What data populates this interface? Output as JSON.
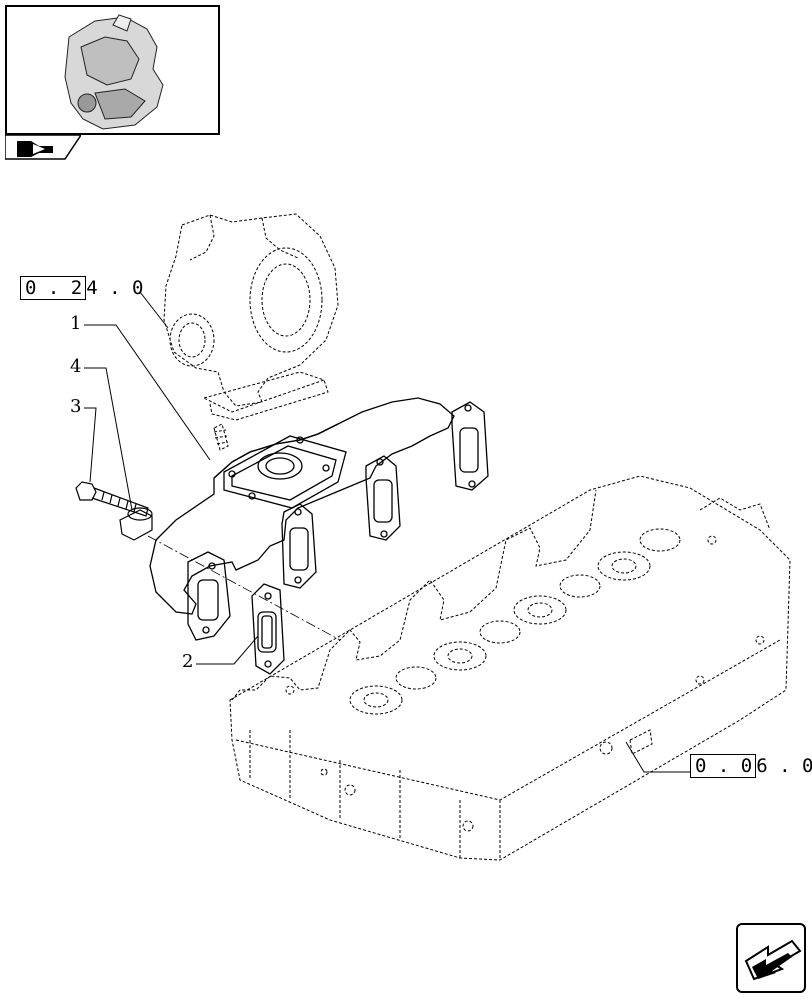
{
  "thumbnail": {
    "icon": "engine-thumbnail-icon"
  },
  "section_tab": {
    "icon": "book-arrow-icon"
  },
  "references": {
    "turbo_ref": {
      "boxed": "0 . 2",
      "rest": "4 . 0"
    },
    "head_ref": {
      "boxed": "0 . 0",
      "rest": "6 . 0"
    }
  },
  "callouts": [
    "1",
    "4",
    "3",
    "2"
  ],
  "nav": {
    "icon": "next-page-arrow-icon"
  }
}
